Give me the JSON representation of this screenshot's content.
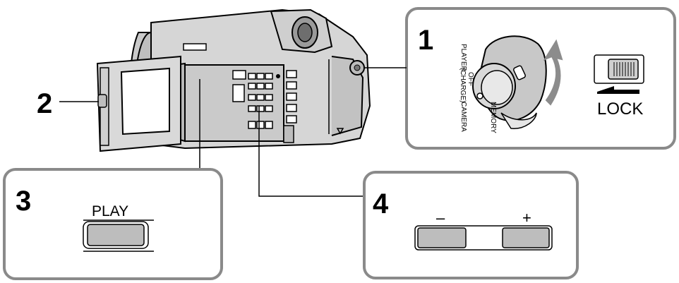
{
  "steps": {
    "s1": {
      "number": "1"
    },
    "s2": {
      "number": "2"
    },
    "s3": {
      "number": "3",
      "button_label": "PLAY"
    },
    "s4": {
      "number": "4",
      "minus_label": "–",
      "plus_label": "+"
    }
  },
  "power_switch": {
    "positions": [
      "PLAYER",
      "OFF",
      "(CHARGE)",
      "CAMERA",
      "MEMORY"
    ],
    "lock_label": "LOCK"
  },
  "colors": {
    "panel_border": "#8a8a8a",
    "arrow": "#8c8c8c",
    "button_fill": "#bdbdbd",
    "camera_body": "#d6d6d6",
    "screen": "#ffffff"
  }
}
